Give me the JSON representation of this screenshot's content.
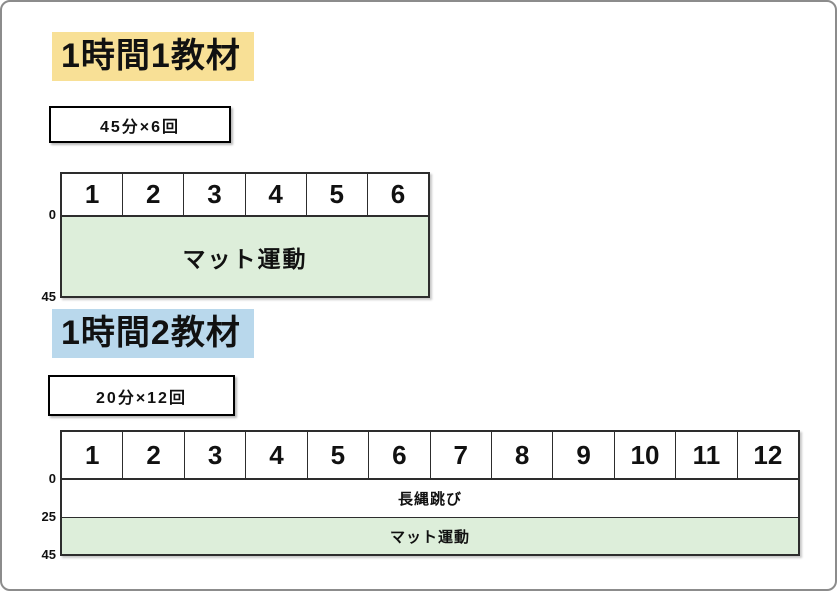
{
  "sections": [
    {
      "title": "1時間1教材",
      "title_highlight": "#F8E096",
      "schedule_label": "45分×6回",
      "lesson_numbers": [
        "1",
        "2",
        "3",
        "4",
        "5",
        "6"
      ],
      "minutes_per_lesson": 45,
      "axis_ticks": [
        "0",
        "45"
      ],
      "rows": [
        {
          "label": "マット運動",
          "from_min": 0,
          "to_min": 45,
          "color": "#DDEEDA"
        }
      ]
    },
    {
      "title": "1時間2教材",
      "title_highlight": "#B9D8EC",
      "schedule_label": "20分×12回",
      "lesson_numbers": [
        "1",
        "2",
        "3",
        "4",
        "5",
        "6",
        "7",
        "8",
        "9",
        "10",
        "11",
        "12"
      ],
      "minutes_per_lesson": 45,
      "axis_ticks": [
        "0",
        "25",
        "45"
      ],
      "rows": [
        {
          "label": "長縄跳び",
          "from_min": 0,
          "to_min": 25,
          "color": "#FFFFFF"
        },
        {
          "label": "マット運動",
          "from_min": 25,
          "to_min": 45,
          "color": "#DDEEDA"
        }
      ]
    }
  ]
}
